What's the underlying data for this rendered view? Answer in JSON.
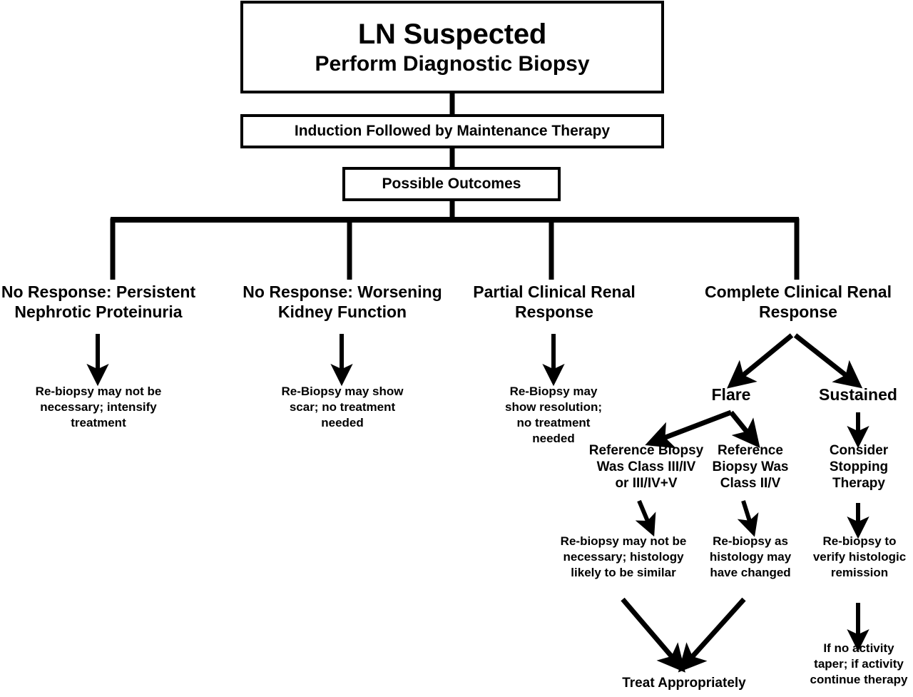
{
  "diagram": {
    "title_box": {
      "line1": "LN Suspected",
      "line2": "Perform Diagnostic Biopsy"
    },
    "induction_box": "Induction Followed by Maintenance Therapy",
    "outcomes_box": "Possible Outcomes",
    "branches": [
      {
        "id": "no-response-persistent",
        "label": "No Response: Persistent\nNephrotic Proteinuria",
        "outcome": "Re-biopsy may not be\nnecessary; intensify\ntreatment"
      },
      {
        "id": "no-response-worsening",
        "label": "No Response: Worsening\nKidney Function",
        "outcome": "Re-Biopsy may show\nscar; no treatment\nneeded"
      },
      {
        "id": "partial-response",
        "label": "Partial Clinical Renal\nResponse",
        "outcome": "Re-Biopsy may\nshow resolution;\nno treatment\nneeded"
      },
      {
        "id": "complete-response",
        "label": "Complete Clinical Renal\nResponse",
        "outcome": ""
      }
    ],
    "complete_response_children": [
      {
        "id": "flare",
        "label": "Flare"
      },
      {
        "id": "sustained",
        "label": "Sustained"
      }
    ],
    "flare_children": [
      {
        "id": "reference-class-3-4",
        "label": "Reference Biopsy\nWas Class III/IV\nor III/IV+V",
        "outcome": "Re-biopsy may not be\nnecessary; histology\nlikely to be similar"
      },
      {
        "id": "reference-class-2-5",
        "label": "Reference\nBiopsy Was\nClass II/V",
        "outcome": "Re-biopsy as\nhistology may\nhave changed"
      }
    ],
    "sustained_chain": {
      "step1": "Consider\nStopping\nTherapy",
      "step2": "Re-biopsy to\nverify histologic\nremission",
      "step3": "If no activity\ntaper; if activity\ncontinue therapy"
    },
    "terminal": "Treat Appropriately",
    "colors": {
      "stroke": "#000000",
      "background": "#ffffff",
      "text": "#000000"
    }
  }
}
